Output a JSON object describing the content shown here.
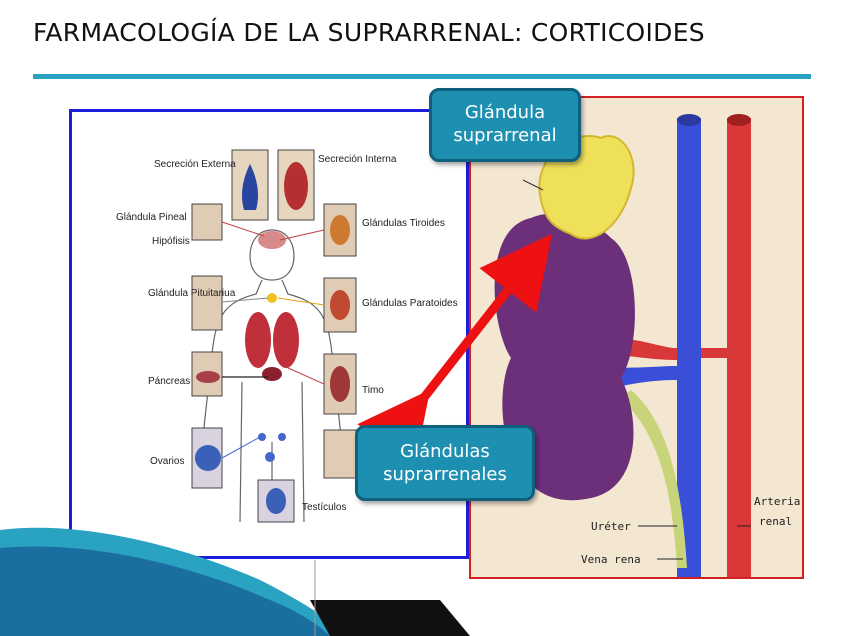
{
  "title": "FARMACOLOGÍA DE LA SUPRARRENAL: CORTICOIDES",
  "left_labels": {
    "secrecion_externa": "Secreción Externa",
    "secrecion_interna": "Secreción Interna",
    "glandula_pineal": "Glándula Pineal",
    "hipofisis": "Hipófisis",
    "glandula_pituitaria": "Glándula Pituitariua",
    "pancreas": "Páncreas",
    "ovarios": "Ovarios",
    "tiroides": "Glándulas Tiroides",
    "paratoides": "Glándulas Paratoides",
    "timo": "Timo",
    "testiculos": "Testículos"
  },
  "callouts": {
    "suprarrenal_line1": "Glándula",
    "suprarrenal_line2": "suprarrenal",
    "suprarrenales_line1": "Glándulas",
    "suprarrenales_line2": "suprarrenales"
  },
  "kidney_labels": {
    "arteria_line1": "Arteria",
    "arteria_line2": "renal",
    "ureter": "Uréter",
    "vena": "Vena rena"
  },
  "colors": {
    "accent_rule": "#2aa2c2",
    "callout_fill": "#1d8fb0",
    "left_border": "#1c1cdb",
    "right_border": "#d42020",
    "arrow": "#ee1111"
  }
}
